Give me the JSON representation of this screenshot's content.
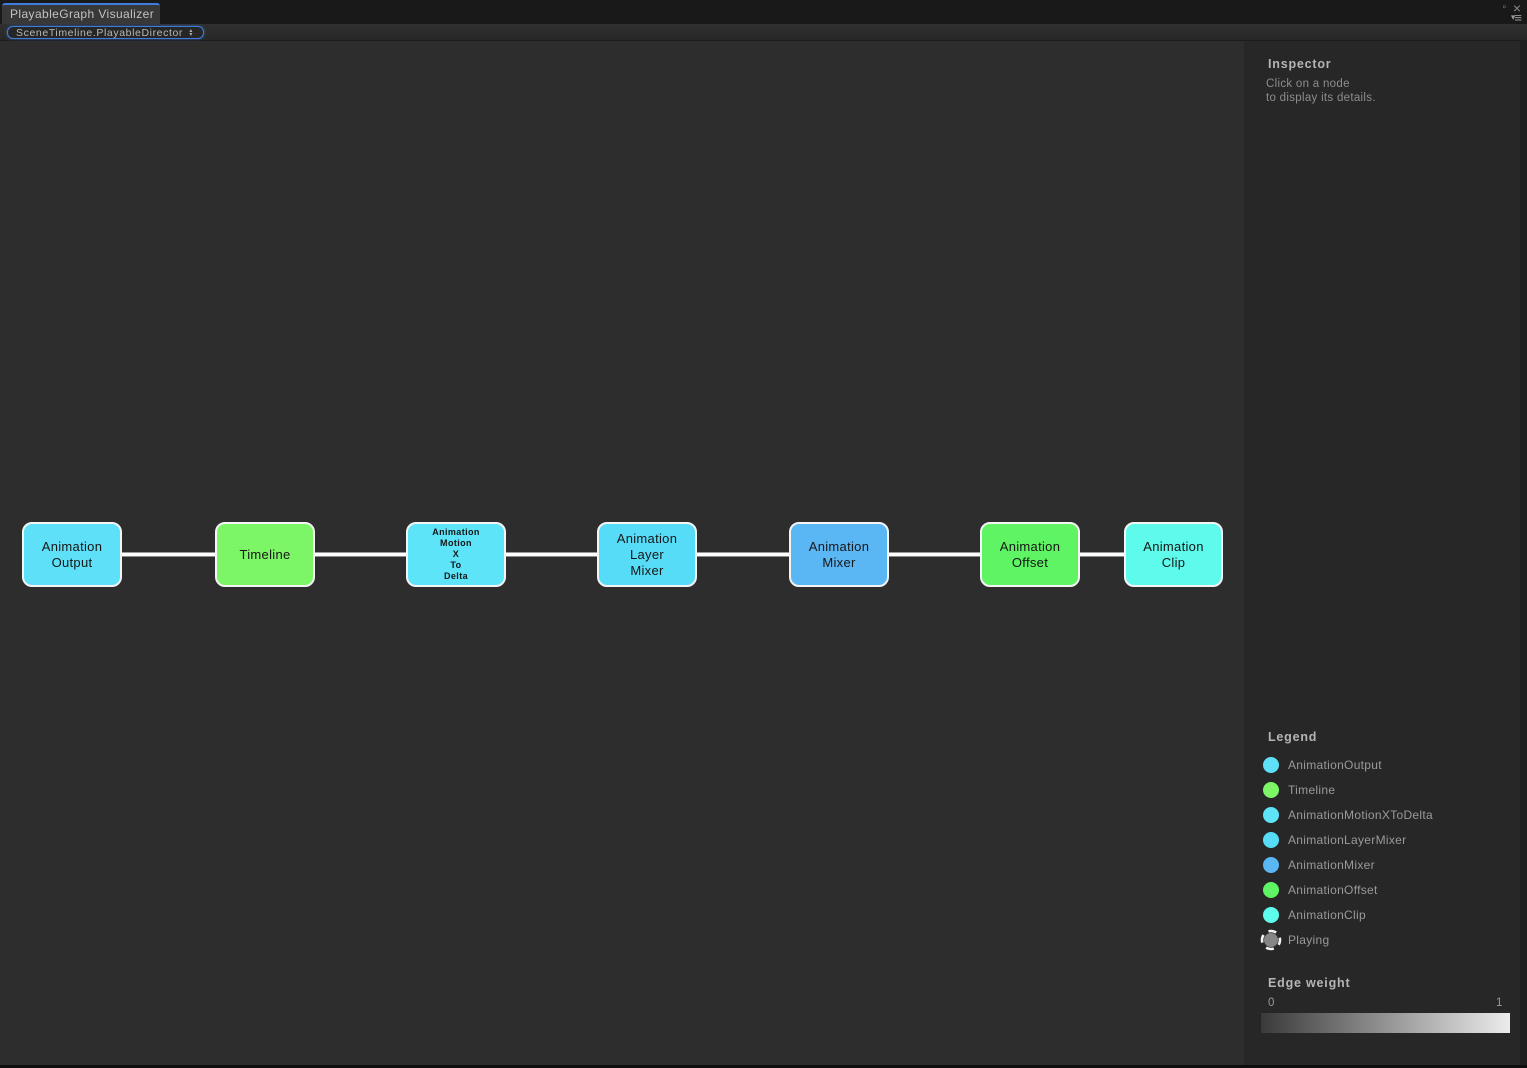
{
  "window": {
    "tab_title": "PlayableGraph Visualizer",
    "maximize_icon": "▫",
    "close_icon": "×",
    "menu_caret": "▾",
    "menu_lines": "≡",
    "accent_blue": "#3e7ddd"
  },
  "toolbar": {
    "graph_selector_value": "SceneTimeline.PlayableDirector",
    "dropdown_up_icon": "▴",
    "dropdown_down_icon": "▾"
  },
  "graph": {
    "nodes": [
      {
        "name": "AnimationOutput",
        "lines": [
          "Animation",
          "Output"
        ],
        "color": "#5ee1f8"
      },
      {
        "name": "Timeline",
        "lines": [
          "Timeline"
        ],
        "color": "#7cf666"
      },
      {
        "name": "AnimationMotionXToDelta",
        "lines": [
          "Animation",
          "Motion",
          "X",
          "To",
          "Delta"
        ],
        "color": "#5de4f9"
      },
      {
        "name": "AnimationLayerMixer",
        "lines": [
          "Animation",
          "Layer",
          "Mixer"
        ],
        "color": "#57dcf7"
      },
      {
        "name": "AnimationMixer",
        "lines": [
          "Animation",
          "Mixer"
        ],
        "color": "#5bb6f4"
      },
      {
        "name": "AnimationOffset",
        "lines": [
          "Animation",
          "Offset"
        ],
        "color": "#5ef463"
      },
      {
        "name": "AnimationClip",
        "lines": [
          "Animation",
          "Clip"
        ],
        "color": "#5efaec"
      }
    ],
    "edges": [
      {
        "from": "AnimationOutput",
        "to": "Timeline"
      },
      {
        "from": "Timeline",
        "to": "AnimationMotionXToDelta"
      },
      {
        "from": "AnimationMotionXToDelta",
        "to": "AnimationLayerMixer"
      },
      {
        "from": "AnimationLayerMixer",
        "to": "AnimationMixer"
      },
      {
        "from": "AnimationMixer",
        "to": "AnimationOffset"
      },
      {
        "from": "AnimationOffset",
        "to": "AnimationClip"
      }
    ]
  },
  "inspector": {
    "title": "Inspector",
    "hint_line1": "Click on a node",
    "hint_line2": "to display its details."
  },
  "legend": {
    "title": "Legend",
    "items": [
      {
        "label": "AnimationOutput",
        "color": "#5ee1f8"
      },
      {
        "label": "Timeline",
        "color": "#7cf666"
      },
      {
        "label": "AnimationMotionXToDelta",
        "color": "#5de4f9"
      },
      {
        "label": "AnimationLayerMixer",
        "color": "#57dcf7"
      },
      {
        "label": "AnimationMixer",
        "color": "#5bb6f4"
      },
      {
        "label": "AnimationOffset",
        "color": "#5ef463"
      },
      {
        "label": "AnimationClip",
        "color": "#5efaec"
      },
      {
        "label": "Playing",
        "color": "#868686"
      }
    ]
  },
  "edge_weight": {
    "title": "Edge weight",
    "min_label": "0",
    "max_label": "1",
    "gradient_from": "#3a3a3a",
    "gradient_to": "#ececec"
  }
}
